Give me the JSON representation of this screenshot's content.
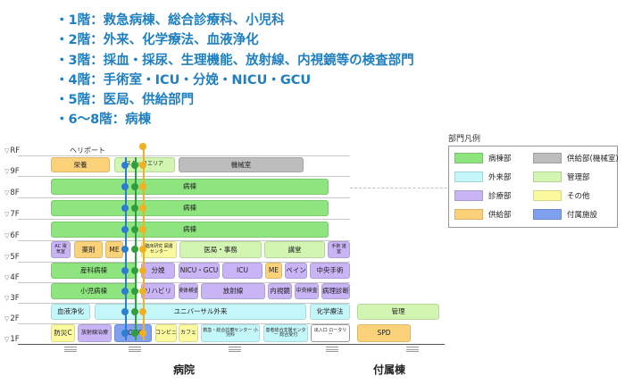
{
  "floor_list": [
    "・1階：救急病棟、総合診療科、小児科",
    "・2階：外来、化学療法、血液浄化",
    "・3階：採血・採尿、生理機能、放射線、内視鏡等の検査部門",
    "・4階：手術室・ICU・分娩・NICU・GCU",
    "・5階：医局、供給部門",
    "・6～8階：病棟"
  ],
  "levels": [
    "RF",
    "9F",
    "8F",
    "7F",
    "6F",
    "5F",
    "4F",
    "3F",
    "2F",
    "1F"
  ],
  "heliport": "ヘリポート",
  "rooms": {
    "f9": [
      "栄養",
      "スタッフエリア",
      "機械室"
    ],
    "f8": "病棟",
    "f7": "病棟",
    "f6": "病棟",
    "f5": [
      "AC 電気室",
      "薬剤",
      "ME",
      "臨床研究 図書センター",
      "医局・事務",
      "講堂",
      "手術 諸室"
    ],
    "f4": [
      "産科病棟",
      "分娩",
      "NICU・GCU",
      "ICU",
      "ME",
      "ペイン",
      "中央手術"
    ],
    "f3": [
      "小児病棟",
      "リハビリ",
      "検体検査",
      "放射線",
      "内視鏡",
      "中央検査",
      "病理診断"
    ],
    "f2": [
      "血液浄化",
      "ユニバーサル外来",
      "化学療法",
      "管理"
    ],
    "f1": [
      "防災C",
      "放射線治療",
      "CCMC",
      "コンビニ",
      "カフェ",
      "救急・総合診療センター 小児科",
      "患者総合支援センター 総合受付",
      "出入口 ロータリー",
      "SPD"
    ]
  },
  "buildings": [
    "病院",
    "付属棟"
  ],
  "legend": {
    "title": "部門凡例",
    "items": [
      {
        "label": "病棟部",
        "color": "#8ee57f"
      },
      {
        "label": "供給部(機械室)",
        "color": "#bdbdbd"
      },
      {
        "label": "外来部",
        "color": "#c4f7fa"
      },
      {
        "label": "管理部",
        "color": "#d3f5b2"
      },
      {
        "label": "診療部",
        "color": "#c9b4f5"
      },
      {
        "label": "その他",
        "color": "#fbfa9f"
      },
      {
        "label": "供給部",
        "color": "#fbd27a"
      },
      {
        "label": "付属施設",
        "color": "#7fa1f0"
      }
    ]
  },
  "colors": {
    "heading_blue": "#1f7fc0",
    "circulation_blue": "#2c7fd0",
    "circulation_green": "#2e9e3e",
    "circulation_orange": "#f0b020"
  }
}
